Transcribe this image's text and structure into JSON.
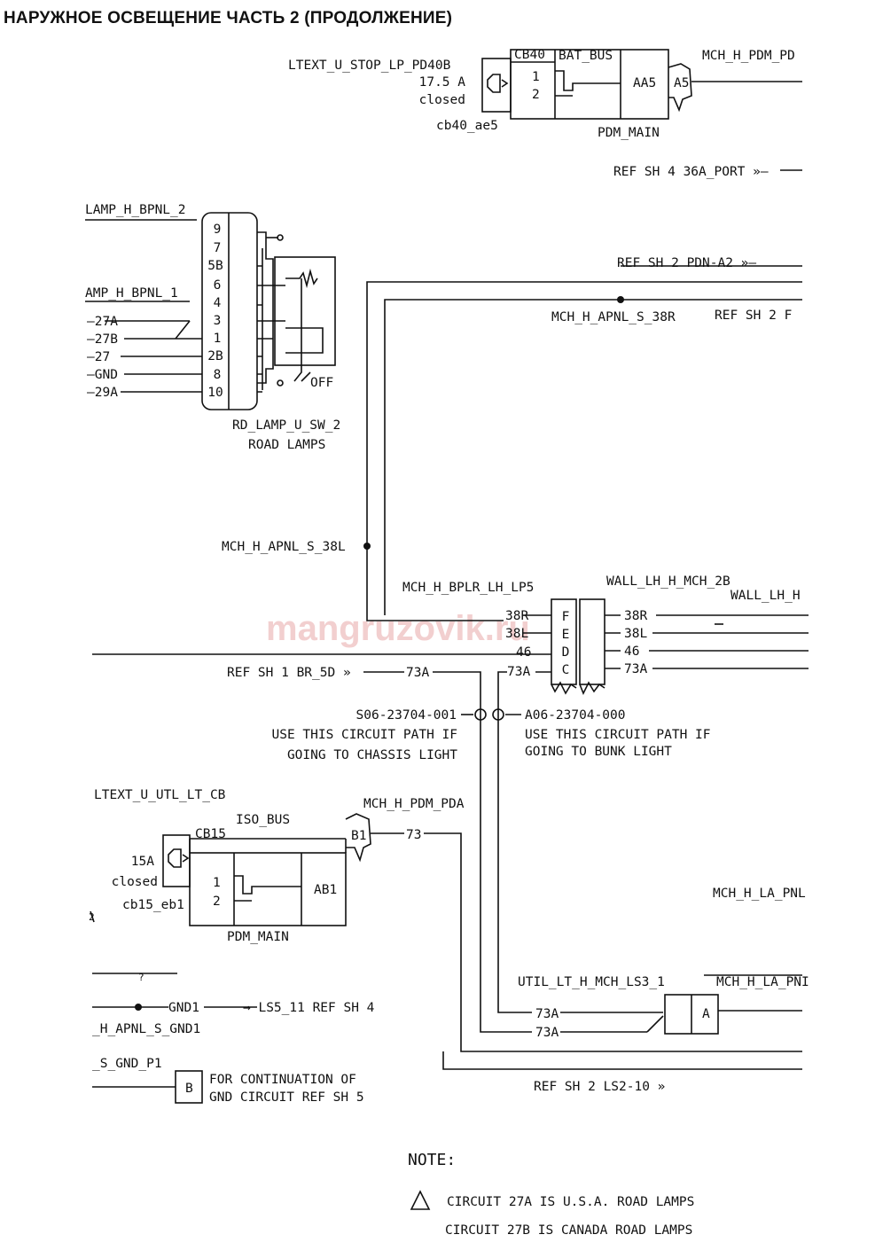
{
  "header": {
    "title": "НАРУЖНОЕ ОСВЕЩЕНИЕ ЧАСТЬ 2 (ПРОДОЛЖЕНИЕ)"
  },
  "watermark": "mangruzovik.ru",
  "cb40": {
    "circuit": "LTEXT_U_STOP_LP_PD40B",
    "rating": "17.5 A",
    "state": "closed",
    "id": "cb40_ae5",
    "name": "CB40",
    "pin1": "1",
    "pin2": "2",
    "bus": "BAT_BUS",
    "slot": "AA5",
    "conn": "A5",
    "module": "PDM_MAIN",
    "out": "MCH_H_PDM_PD"
  },
  "refs": {
    "r1": "REF SH 4  36A_PORT  »—",
    "r2": "REF SH 2   PDN-A2  »—",
    "r3": "REF SH 2  F",
    "r4": "REF SH 1 BR_5D  »",
    "r5": "REF SH 2   LS2-10  »",
    "r6": "REF SH 4"
  },
  "switch": {
    "top_label": "LAMP_H_BPNL_2",
    "left_label": "AMP_H_BPNL_1",
    "pins": [
      "9",
      "7",
      "5B",
      "6",
      "4",
      "3",
      "1",
      "2B",
      "8",
      "10"
    ],
    "wires": [
      "27A",
      "27B",
      "27",
      "GND",
      "29A"
    ],
    "off": "OFF",
    "name": "RD_LAMP_U_SW_2",
    "desc": "ROAD LAMPS"
  },
  "nodes": {
    "n38r": "MCH_H_APNL_S_38R",
    "n38l": "MCH_H_APNL_S_38L"
  },
  "conn_lp5": {
    "left_label": "MCH_H_BPLR_LH_LP5",
    "right_label": "WALL_LH_H_MCH_2B",
    "far_label": "WALL_LH_H",
    "pins": [
      "F",
      "E",
      "D",
      "C"
    ],
    "wires_left": [
      "38R",
      "38L",
      "46",
      "73A"
    ],
    "wires_right": [
      "38R",
      "38L",
      "46",
      "73A"
    ],
    "wire73a": "73A"
  },
  "splices": {
    "s1": "S06-23704-001",
    "s2": "A06-23704-000",
    "s1_note1": "USE THIS CIRCUIT PATH IF",
    "s1_note2": "GOING TO CHASSIS LIGHT",
    "s2_note1": "USE THIS CIRCUIT PATH IF",
    "s2_note2": "GOING TO BUNK LIGHT"
  },
  "cb15": {
    "circuit": "LTEXT_U_UTL_LT_CB",
    "bus": "ISO_BUS",
    "name": "CB15",
    "rating": "15A",
    "state": "closed",
    "id": "cb15_eb1",
    "pin1": "1",
    "pin2": "2",
    "slot": "AB1",
    "conn": "B1",
    "module": "PDM_MAIN",
    "out_label": "MCH_H_PDM_PDA",
    "out_wire": "73"
  },
  "right_side": {
    "la_pnl": "MCH_H_LA_PNL",
    "la_pn": "MCH_H_LA_PNI",
    "util": "UTIL_LT_H_MCH_LS3_1",
    "conn_a": "A",
    "w1": "73A",
    "w2": "73A"
  },
  "ground": {
    "q": "?",
    "gnd1": "GND1",
    "ls": "LS5_11  REF SH 4",
    "node": "_H_APNL_S_GND1",
    "gndp": "_S_GND_P1",
    "box": "B",
    "cont1": "FOR CONTINUATION OF",
    "cont2": "GND CIRCUIT REF SH 5",
    "mark": "2"
  },
  "note": {
    "title": "NOTE:",
    "line1": "CIRCUIT 27A IS U.S.A. ROAD LAMPS",
    "line2": "CIRCUIT 27B IS CANADA ROAD LAMPS"
  }
}
